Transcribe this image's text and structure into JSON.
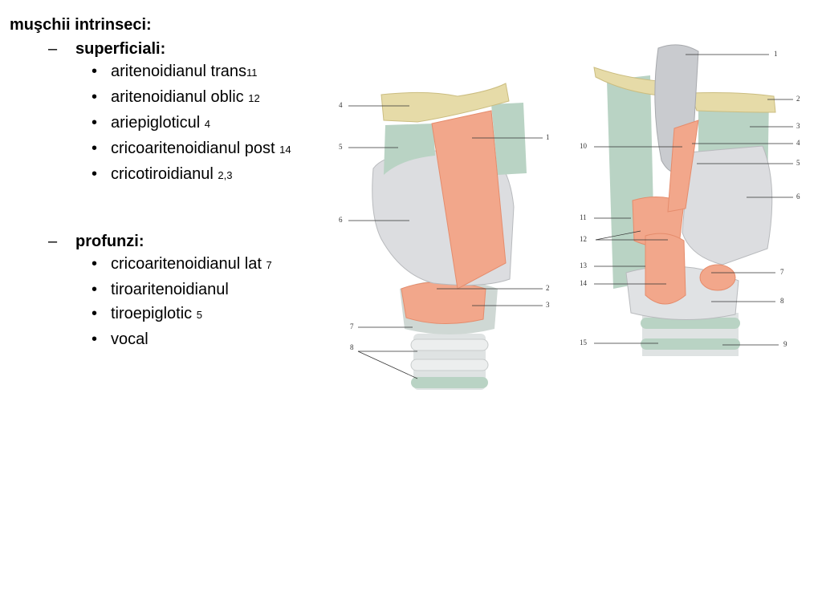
{
  "heading": "muşchii intrinseci:",
  "sections": [
    {
      "dash": "–",
      "title": "superficiali:",
      "items": [
        {
          "label": "aritenoidianul trans",
          "num": "11"
        },
        {
          "label": "aritenoidianul oblic",
          "num": "12"
        },
        {
          "label": "ariepigloticul",
          "num": "4"
        },
        {
          "label": "cricoaritenoidianul post",
          "num": "14"
        },
        {
          "label": "cricotiroidianul",
          "num": "2,3"
        }
      ]
    },
    {
      "dash": "–",
      "title": "profunzi:",
      "items": [
        {
          "label": "cricoaritenoidianul lat",
          "num": "7"
        },
        {
          "label": "tiroaritenoidianul",
          "num": ""
        },
        {
          "label": "tiroepiglotic",
          "num": "5"
        },
        {
          "label": "vocal",
          "num": ""
        }
      ]
    }
  ],
  "bullet": "•",
  "figure_left": {
    "labels": [
      "4",
      "5",
      "6",
      "7",
      "8",
      "1",
      "2",
      "3"
    ]
  },
  "figure_right": {
    "labels": [
      "10",
      "11",
      "12",
      "13",
      "14",
      "15",
      "1",
      "2",
      "3",
      "4",
      "5",
      "6",
      "7",
      "8",
      "9"
    ]
  },
  "colors": {
    "muscle": "#f2a78b",
    "cartilage_green": "#b9d3c4",
    "cartilage_gray": "#dcdde0",
    "hyoid": "#e6dba8"
  }
}
